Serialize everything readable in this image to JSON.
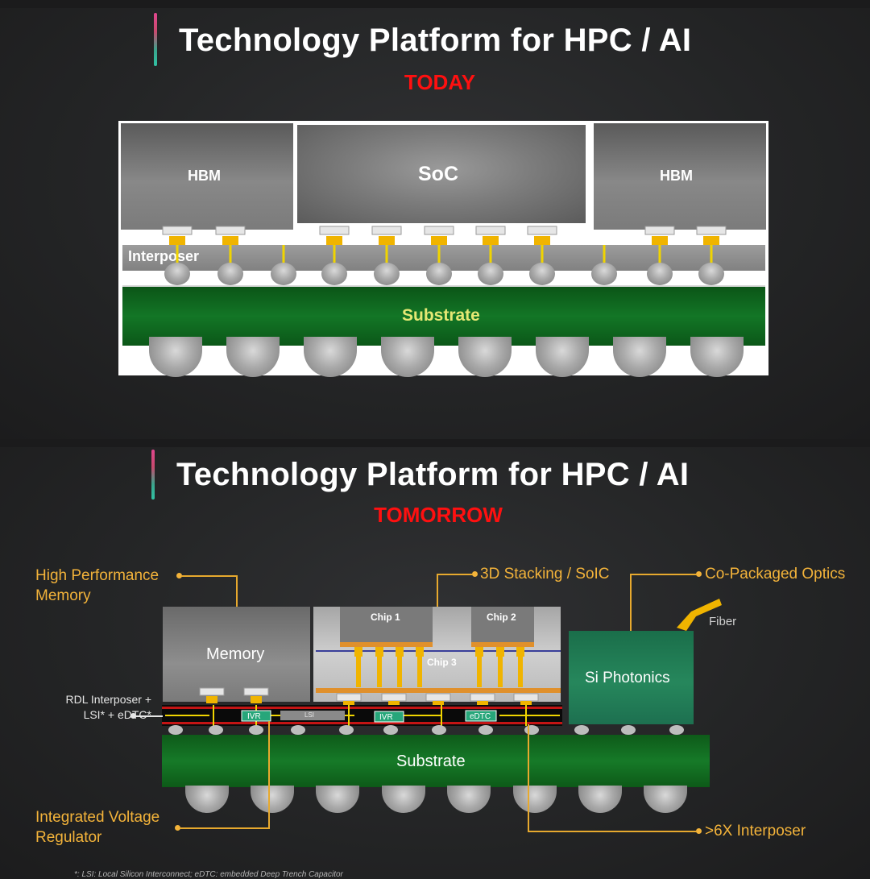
{
  "top": {
    "title": "Technology Platform for HPC / AI",
    "subtitle": "TODAY",
    "labels": {
      "hbm_left": "HBM",
      "soc": "SoC",
      "hbm_right": "HBM",
      "interposer": "Interposer",
      "substrate": "Substrate"
    }
  },
  "bottom": {
    "title": "Technology Platform for HPC / AI",
    "subtitle": "TOMORROW",
    "labels": {
      "memory": "Memory",
      "chip1": "Chip 1",
      "chip2": "Chip 2",
      "chip3": "Chip 3",
      "si_photonics": "Si Photonics",
      "fiber": "Fiber",
      "substrate": "Substrate",
      "ivr1": "IVR",
      "ivr2": "IVR",
      "lsi": "LSI",
      "edtc": "eDTC"
    },
    "annotations": {
      "hpm": "High Performance\nMemory",
      "stacking": "3D Stacking / SoIC",
      "cpo": "Co-Packaged Optics",
      "rdl": "RDL Interposer +\nLSI* + eDTC*",
      "ivr": "Integrated Voltage\nRegulator",
      "interposer6x": ">6X Interposer"
    },
    "footnote": "*: LSI: Local Silicon Interconnect; eDTC: embedded Deep Trench Capacitor"
  },
  "colors": {
    "substrate": "#0f6b1e",
    "substrate_text_top": "#e6e874",
    "accent_annotation": "#f3b33a",
    "subtitle_red": "#ff1010",
    "photonics": "#1f7a52",
    "bump": "#f0b400"
  }
}
